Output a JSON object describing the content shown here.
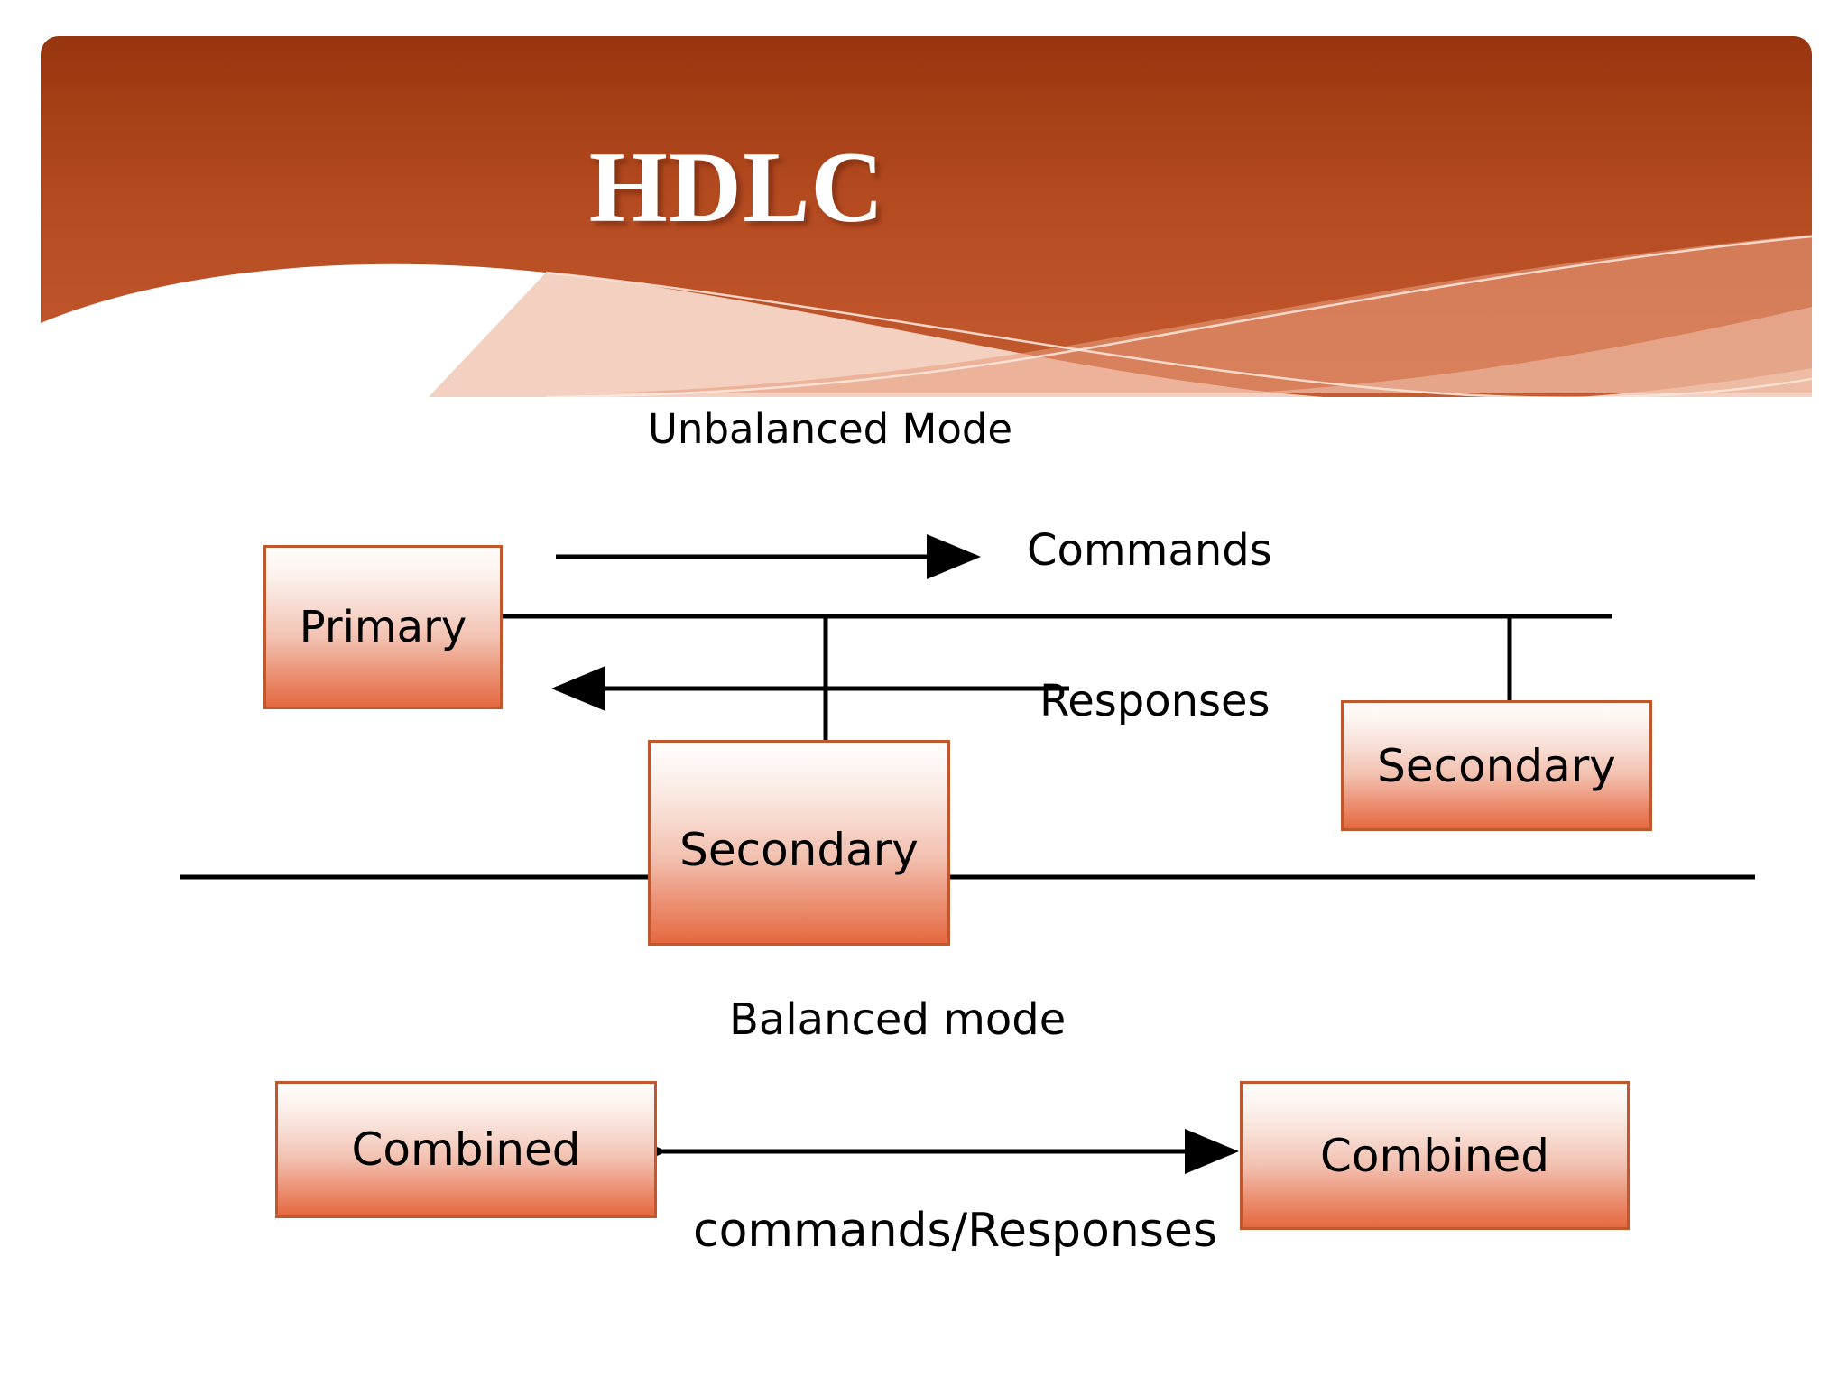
{
  "slide": {
    "title": "HDLC",
    "background_color": "#ffffff"
  },
  "header": {
    "gradient_top": "#9e3a12",
    "gradient_bottom": "#c2572f",
    "title": "HDLC",
    "title_color": "#ffffff",
    "wave_accent_color": "#e8a98e",
    "wave_line_color": "#f7d9cb"
  },
  "theme": {
    "box_border": "#c1572c",
    "box_gradient_top": "#fffdfc",
    "box_gradient_bottom": "#e4683f",
    "connector_color": "#000000",
    "text_color": "#000000"
  },
  "unbalanced": {
    "section_label": "Unbalanced Mode",
    "primary_label": "Primary",
    "secondary_mid_label": "Secondary",
    "secondary_right_label": "Secondary",
    "commands_label": "Commands",
    "responses_label": "Responses"
  },
  "balanced": {
    "section_label": "Balanced mode",
    "combined_left_label": "Combined",
    "combined_right_label": "Combined",
    "link_label": "commands/Responses"
  }
}
